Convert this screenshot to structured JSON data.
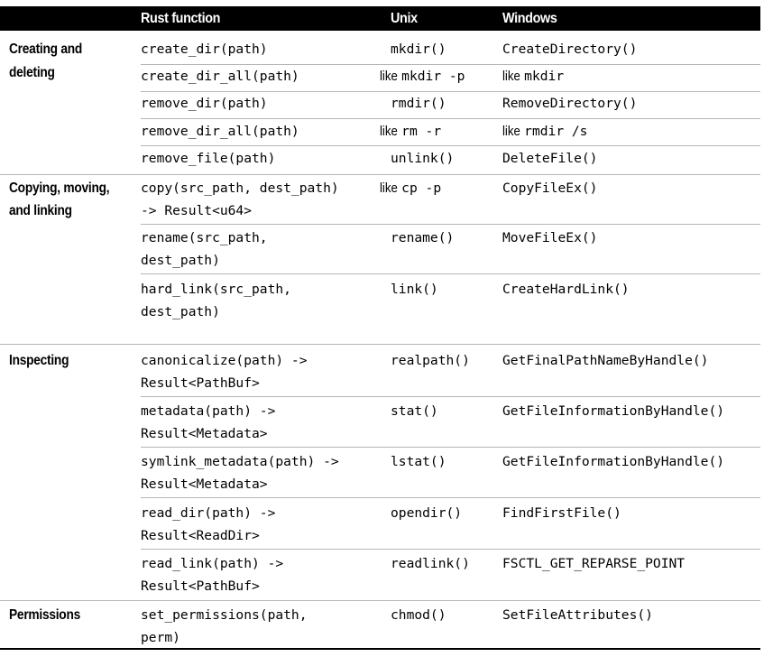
{
  "header": {
    "col1": "",
    "col2": "Rust function",
    "col3": "Unix",
    "col4": "Windows"
  },
  "categories": {
    "creating_line1": "Creating and",
    "creating_line2": "deleting",
    "copying_line1": "Copying, moving,",
    "copying_line2": "and linking",
    "inspecting": "Inspecting",
    "permissions": "Permissions"
  },
  "rows": [
    {
      "rust": "create_dir(path)",
      "unix": "mkdir()",
      "windows": "CreateDirectory()"
    },
    {
      "rust": "create_dir_all(path)",
      "unix_word": "like",
      "unix_code": "mkdir -p",
      "windows_word": "like",
      "windows_code": "mkdir"
    },
    {
      "rust": "remove_dir(path)",
      "unix": "rmdir()",
      "windows": "RemoveDirectory()"
    },
    {
      "rust": "remove_dir_all(path)",
      "unix_word": "like",
      "unix_code": "rm -r",
      "windows_word": "like",
      "windows_code": "rmdir /s"
    },
    {
      "rust": "remove_file(path)",
      "unix": "unlink()",
      "windows": "DeleteFile()"
    },
    {
      "rust_line1": "copy(src_path, dest_path)",
      "rust_line2": "-> Result<u64>",
      "unix_word": "like",
      "unix_code": "cp -p",
      "windows": "CopyFileEx()"
    },
    {
      "rust_line1": "rename(src_path,",
      "rust_line2": "dest_path)",
      "unix": "rename()",
      "windows": "MoveFileEx()"
    },
    {
      "rust_line1": "hard_link(src_path,",
      "rust_line2": "dest_path)",
      "unix": "link()",
      "windows": "CreateHardLink()"
    },
    {
      "rust_line1": "canonicalize(path) ->",
      "rust_line2": "Result<PathBuf>",
      "unix": "realpath()",
      "windows": "GetFinalPathNameByHandle()"
    },
    {
      "rust_line1": "metadata(path) ->",
      "rust_line2": "Result<Metadata>",
      "unix": "stat()",
      "windows": "GetFileInformationByHandle()"
    },
    {
      "rust_line1": "symlink_metadata(path) ->",
      "rust_line2": "Result<Metadata>",
      "unix": "lstat()",
      "windows": "GetFileInformationByHandle()"
    },
    {
      "rust_line1": "read_dir(path) ->",
      "rust_line2": "Result<ReadDir>",
      "unix": "opendir()",
      "windows": "FindFirstFile()"
    },
    {
      "rust_line1": "read_link(path) ->",
      "rust_line2": "Result<PathBuf>",
      "unix": "readlink()",
      "windows": "FSCTL_GET_REPARSE_POINT"
    },
    {
      "rust_line1": "set_permissions(path,",
      "rust_line2": "perm)",
      "unix": "chmod()",
      "windows": "SetFileAttributes()"
    }
  ]
}
